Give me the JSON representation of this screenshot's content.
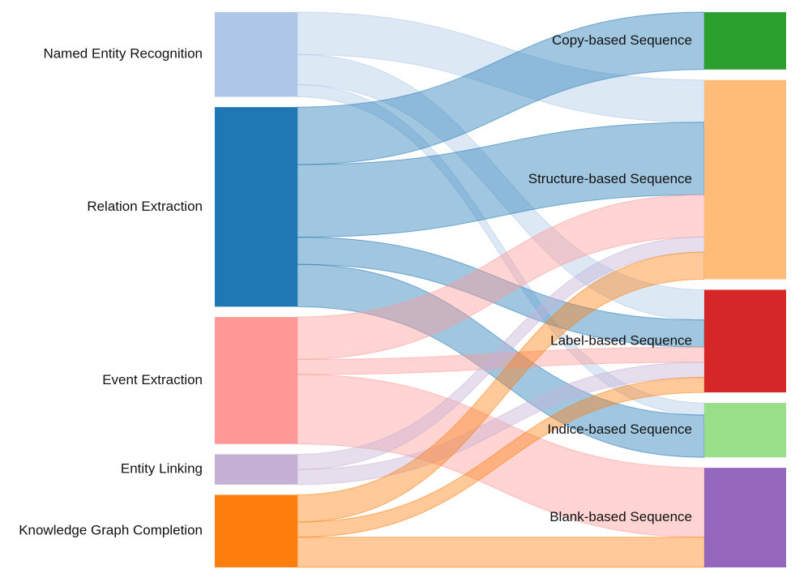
{
  "chart_data": {
    "type": "sankey",
    "sources": [
      {
        "id": "ner",
        "label": "Named Entity Recognition",
        "color": "#aec7e8"
      },
      {
        "id": "re",
        "label": "Relation Extraction",
        "color": "#1f77b4"
      },
      {
        "id": "ee",
        "label": "Event Extraction",
        "color": "#ff9896"
      },
      {
        "id": "el",
        "label": "Entity Linking",
        "color": "#c5b0d5"
      },
      {
        "id": "kgc",
        "label": "Knowledge Graph Completion",
        "color": "#ff7f0e"
      }
    ],
    "targets": [
      {
        "id": "copy",
        "label": "Copy-based Sequence",
        "color": "#2ca02c"
      },
      {
        "id": "structure",
        "label": "Structure-based Sequence",
        "color": "#ffbb78"
      },
      {
        "id": "label",
        "label": "Label-based Sequence",
        "color": "#d62728"
      },
      {
        "id": "indice",
        "label": "Indice-based Sequence",
        "color": "#98df8a"
      },
      {
        "id": "blank",
        "label": "Blank-based Sequence",
        "color": "#9467bd"
      }
    ],
    "links": [
      {
        "source": "ner",
        "target": "structure",
        "value": 14
      },
      {
        "source": "ner",
        "target": "label",
        "value": 10
      },
      {
        "source": "ner",
        "target": "indice",
        "value": 4
      },
      {
        "source": "re",
        "target": "copy",
        "value": 19
      },
      {
        "source": "re",
        "target": "structure",
        "value": 24
      },
      {
        "source": "re",
        "target": "label",
        "value": 9
      },
      {
        "source": "re",
        "target": "indice",
        "value": 14
      },
      {
        "source": "ee",
        "target": "structure",
        "value": 14
      },
      {
        "source": "ee",
        "target": "label",
        "value": 5
      },
      {
        "source": "ee",
        "target": "blank",
        "value": 23
      },
      {
        "source": "el",
        "target": "structure",
        "value": 5
      },
      {
        "source": "el",
        "target": "label",
        "value": 5
      },
      {
        "source": "kgc",
        "target": "structure",
        "value": 9
      },
      {
        "source": "kgc",
        "target": "label",
        "value": 5
      },
      {
        "source": "kgc",
        "target": "blank",
        "value": 10
      }
    ]
  }
}
